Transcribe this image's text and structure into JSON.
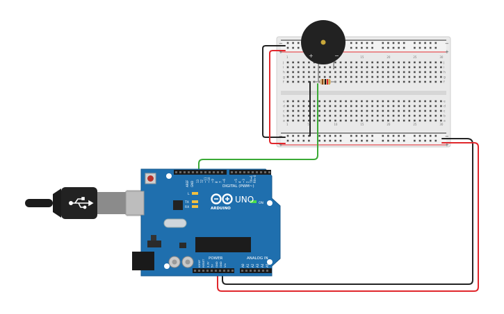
{
  "breadboard": {
    "rail_minus": "−",
    "rail_plus": "+",
    "row_letters_top": [
      "j",
      "i",
      "h",
      "g",
      "f"
    ],
    "row_letters_bottom": [
      "e",
      "d",
      "c",
      "b",
      "a"
    ],
    "col_numbers": [
      "1",
      "",
      "",
      "",
      "5",
      "",
      "",
      "",
      "",
      "10",
      "",
      "",
      "",
      "",
      "15",
      "",
      "",
      "",
      "",
      "20",
      "",
      "",
      "",
      "",
      "25",
      "",
      "",
      "",
      "",
      "30"
    ]
  },
  "buzzer": {
    "plus": "+",
    "minus": "−"
  },
  "arduino": {
    "brand": "ARDUINO",
    "model": "UNO",
    "digital_label": "DIGITAL (PWM~)",
    "analog_label": "ANALOG IN",
    "power_label": "POWER",
    "on_label": "ON",
    "l_label": "L",
    "tx_label": "TX",
    "rx_label": "RX",
    "aref": "AREF",
    "gnd_top": "GND",
    "digital_pins": [
      "13",
      "12",
      "~11",
      "~10",
      "~9",
      "8",
      "7",
      "~6",
      "~5",
      "4",
      "~3",
      "2",
      "TX➔1",
      "RX←0"
    ],
    "power_pins": [
      "IOREF",
      "RESET",
      "3.3V",
      "5V",
      "GND",
      "GND",
      "Vin"
    ],
    "analog_pins": [
      "A0",
      "A1",
      "A2",
      "A3",
      "A4",
      "A5"
    ]
  },
  "colors": {
    "board_blue": "#1f6fae",
    "wire_green": "#3aaa35",
    "wire_red": "#e0262b",
    "wire_black": "#222222",
    "breadboard": "#e6e6e6"
  }
}
